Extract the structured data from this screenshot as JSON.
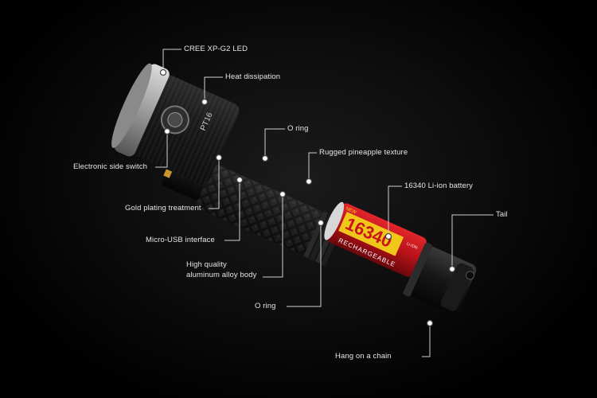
{
  "product": {
    "model": "PT16",
    "battery_brand_mark": "NEW",
    "battery_capacity": "16340",
    "battery_type": "RECHARGEABLE",
    "battery_small_text": "Li-ION"
  },
  "callouts": {
    "led": "CREE XP-G2 LED",
    "heat": "Heat dissipation",
    "oring_top": "O ring",
    "pineapple": "Rugged pineapple texture",
    "side_switch": "Electronic side switch",
    "battery": "16340 Li-ion battery",
    "gold": "Gold plating treatment",
    "tail": "Tail",
    "usb": "Micro-USB interface",
    "body_line1": "High quality",
    "body_line2": "aluminum alloy body",
    "oring_bottom": "O ring",
    "chain": "Hang on a chain"
  },
  "colors": {
    "background": "#000000",
    "label_text": "#e6e6e6",
    "leader_line": "#d0d0d0",
    "battery_red": "#c8141c",
    "battery_yellow": "#f2d21a",
    "head_silver": "#b9b9b9",
    "gold_contact": "#c9962e"
  }
}
